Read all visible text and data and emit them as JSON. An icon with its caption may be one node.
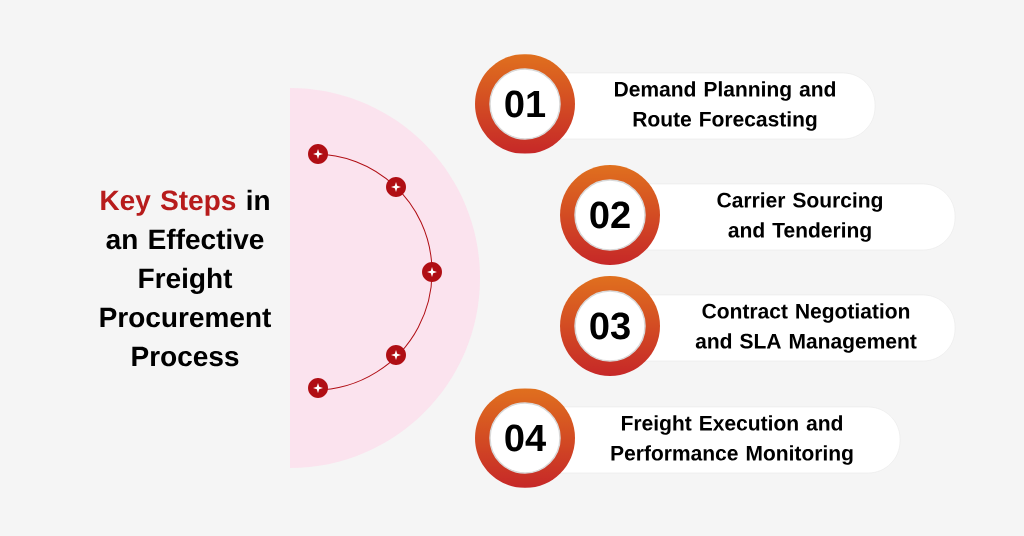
{
  "diagram": {
    "title": "**Key Steps** in an Effective Freight Procurement Process",
    "nodes": [
      {
        "text": [
          "01",
          "Demand Planning and Route Forecasting"
        ]
      },
      {
        "text": [
          "02",
          "Carrier Sourcing and Tendering"
        ]
      },
      {
        "text": [
          "03",
          "Contract Negotiation and SLA Management"
        ]
      },
      {
        "text": [
          "04",
          "Freight Execution and Performance Monitoring"
        ]
      }
    ]
  }
}
